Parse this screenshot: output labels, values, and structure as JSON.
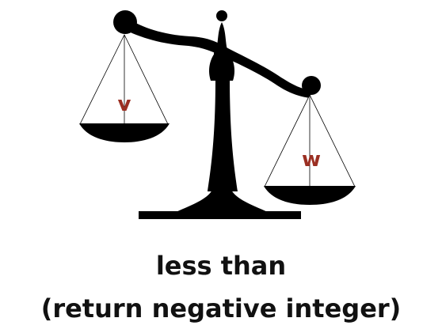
{
  "diagram": {
    "left_pan": {
      "label": "v"
    },
    "right_pan": {
      "label": "w"
    },
    "state": "left side lighter (tilted up)"
  },
  "caption": {
    "title": "less than",
    "subtitle": "(return negative integer)"
  },
  "colors": {
    "scale": "#000000",
    "pan_label": "#9b2f22",
    "caption": "#111111"
  }
}
